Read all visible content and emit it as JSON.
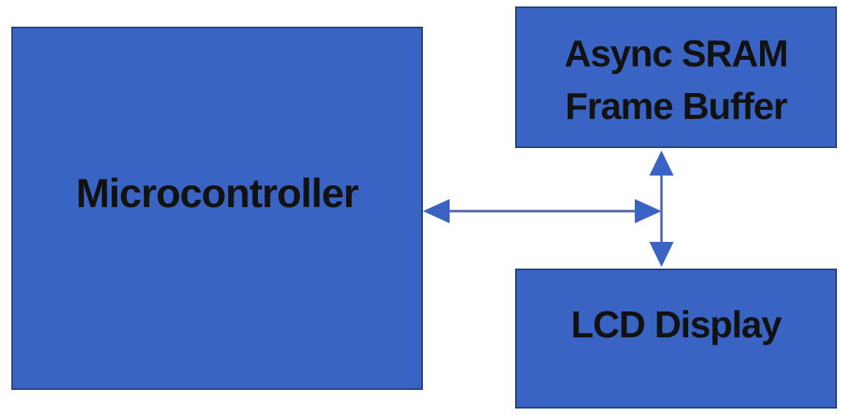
{
  "diagram": {
    "type": "block-diagram",
    "nodes": {
      "microcontroller": {
        "label": "Microcontroller"
      },
      "sram": {
        "lines": [
          "Async SRAM",
          "Frame Buffer"
        ]
      },
      "lcd": {
        "label": "LCD Display"
      }
    },
    "connectors": [
      {
        "id": "mcu-bus",
        "type": "double-headed-arrow",
        "orientation": "horizontal",
        "between": [
          "Microcontroller",
          "SRAM/LCD bus junction"
        ]
      },
      {
        "id": "sram-lcd",
        "type": "double-headed-arrow",
        "orientation": "vertical",
        "between": [
          "Async SRAM Frame Buffer",
          "LCD Display"
        ]
      }
    ]
  },
  "colors": {
    "background": "#ffffff",
    "node_fill": "#3a64c3",
    "node_border": "#24427e",
    "text": "#121212",
    "arrow_head": "#3a64c3",
    "arrow_line": "#4d63a8"
  }
}
